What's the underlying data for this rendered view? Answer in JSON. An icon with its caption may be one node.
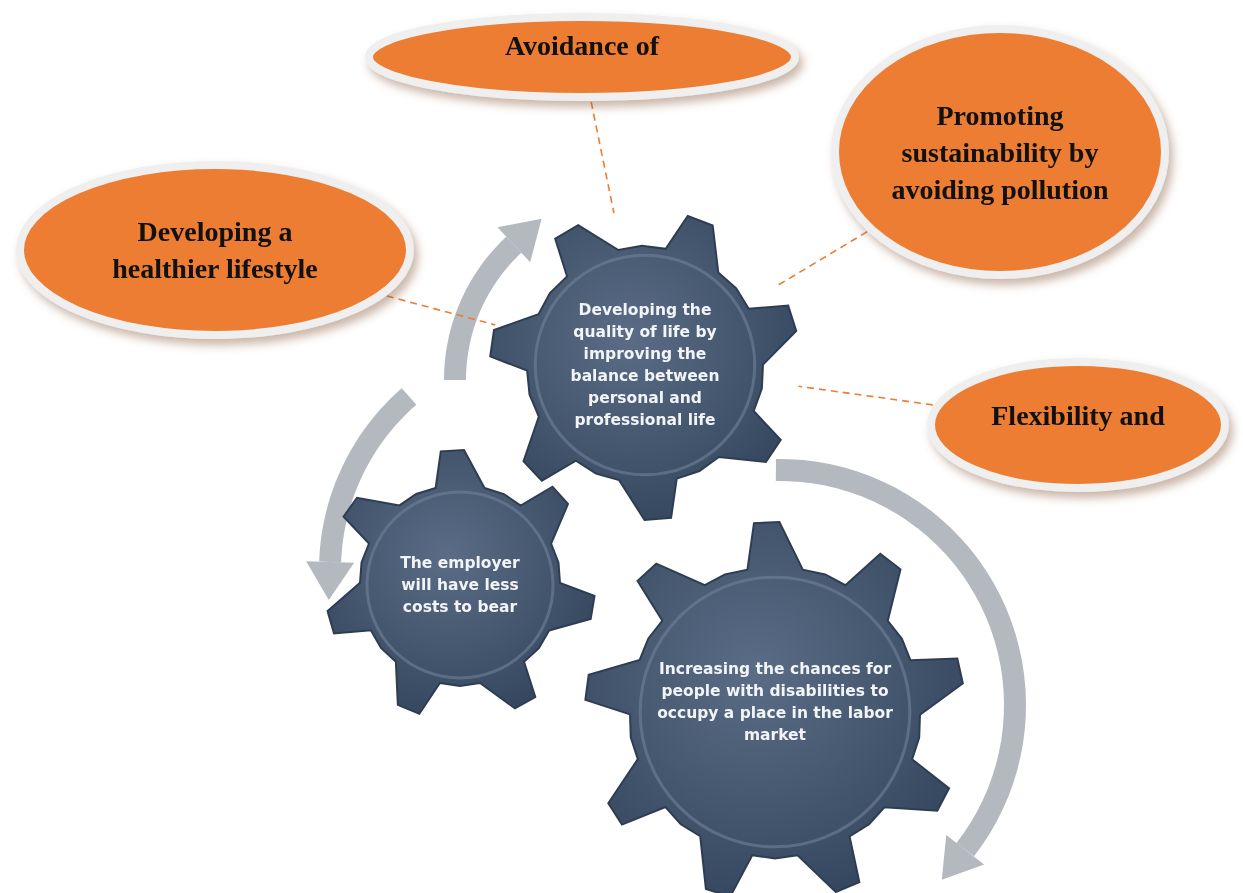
{
  "diagram": {
    "nodes": [
      {
        "text": [
          "Avoidance of"
        ]
      },
      {
        "text": [
          "Promoting sustainability by avoiding pollution"
        ]
      },
      {
        "text": [
          "Developing a healthier lifestyle"
        ]
      },
      {
        "text": [
          "Developing the quality of life by improving the balance between personal and professional life"
        ]
      },
      {
        "text": [
          "Flexibility and"
        ]
      },
      {
        "text": [
          "The employer will have less costs to bear"
        ]
      },
      {
        "text": [
          "Increasing the chances for people with disabilities to occupy a place in the labor market"
        ]
      }
    ],
    "edges": [
      {
        "from": 0,
        "to": 3,
        "arrow": "none",
        "style": "dashed",
        "color": "#ed7d31"
      },
      {
        "from": 1,
        "to": 3,
        "arrow": "none",
        "style": "dashed",
        "color": "#ed7d31"
      },
      {
        "from": 2,
        "to": 3,
        "arrow": "none",
        "style": "dashed",
        "color": "#ed7d31"
      },
      {
        "from": 4,
        "to": 3,
        "arrow": "none",
        "style": "dashed",
        "color": "#ed7d31"
      }
    ]
  }
}
